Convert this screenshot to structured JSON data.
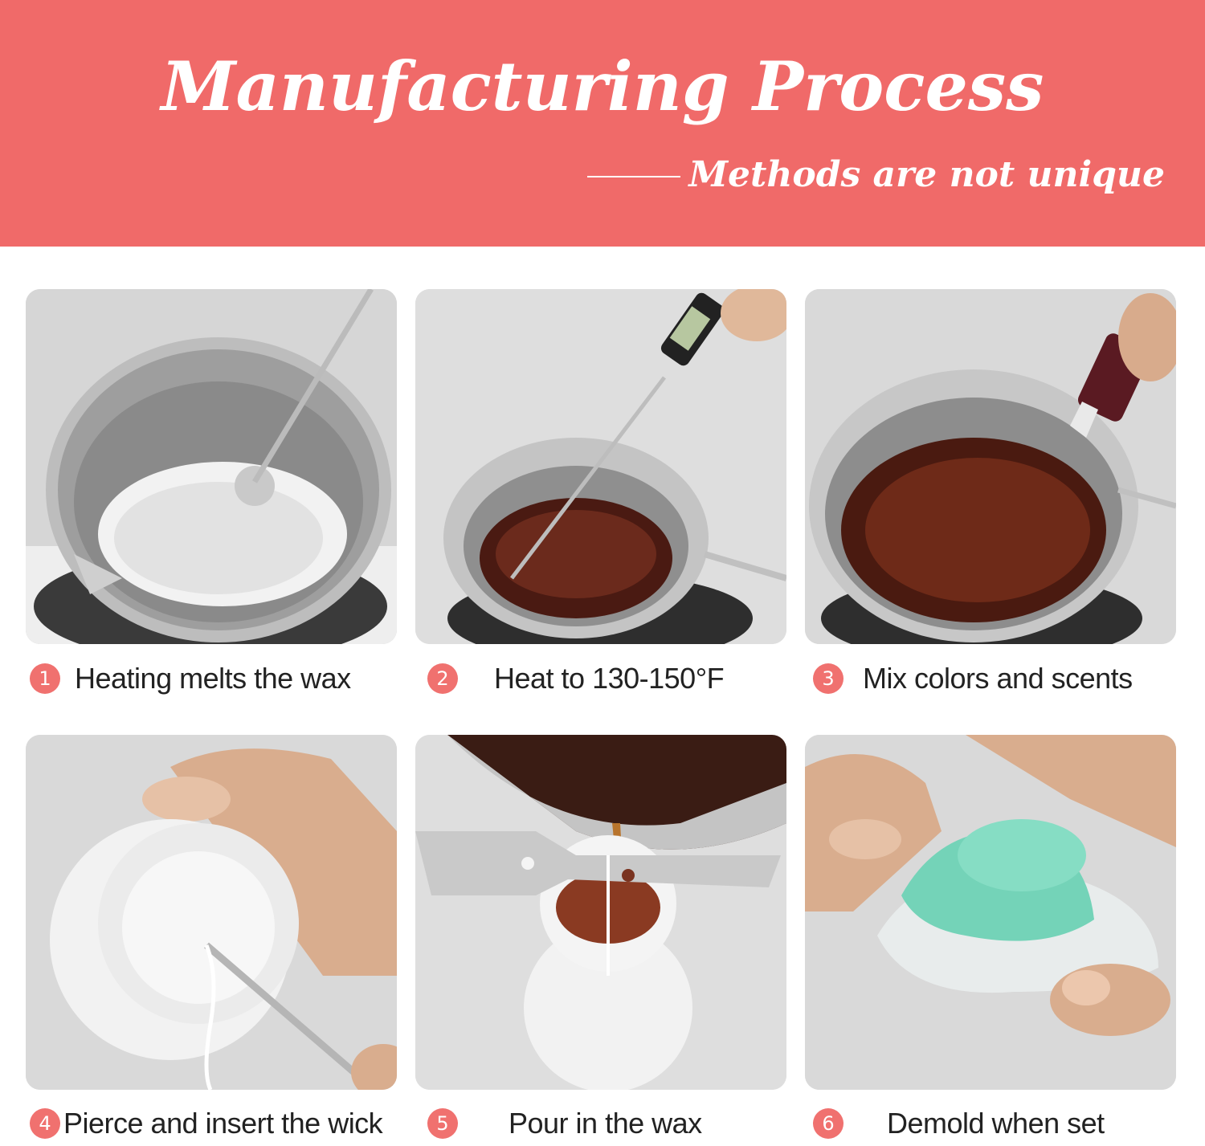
{
  "header": {
    "title": "Manufacturing Process",
    "subtitle": "Methods are not unique"
  },
  "steps": [
    {
      "number": "1",
      "label": "Heating melts the wax",
      "photo": "pot-with-wax-pellets-and-spoon"
    },
    {
      "number": "2",
      "label": "Heat to 130-150°F",
      "photo": "thermometer-in-melted-wax"
    },
    {
      "number": "3",
      "label": "Mix colors and scents",
      "photo": "dye-bottle-over-melted-wax"
    },
    {
      "number": "4",
      "label": "Pierce and insert the wick",
      "photo": "hand-piercing-candle-with-needle"
    },
    {
      "number": "5",
      "label": "Pour in the wax",
      "photo": "pouring-wax-into-mold-with-wick-holder"
    },
    {
      "number": "6",
      "label": "Demold when set",
      "photo": "hands-removing-green-candle-from-mold"
    }
  ],
  "colors": {
    "header_bg": "#f06a69",
    "badge": "#f0716f",
    "text": "#222222"
  }
}
